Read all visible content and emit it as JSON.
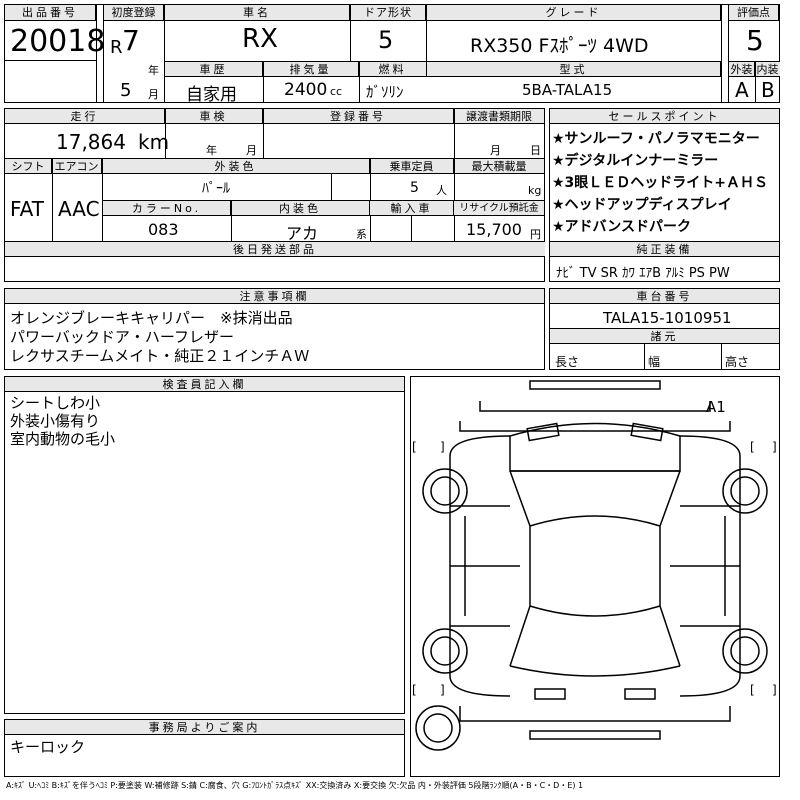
{
  "labels": {
    "lot_no": "出品番号",
    "first_reg": "初度登録",
    "car_name": "車名",
    "door": "ドア形状",
    "grade": "グレード",
    "score": "評価点",
    "reg_type": "車歴",
    "displacement": "排気量",
    "fuel": "燃料",
    "model": "型式",
    "exterior": "外装",
    "interior": "内装",
    "year_unit": "年",
    "month_unit": "月",
    "mileage": "走行",
    "inspection": "車検",
    "plate": "登録番号",
    "doc_deadline": "譲渡書類期限",
    "shift": "シフト",
    "aircon": "エアコン",
    "color": "外装色",
    "capacity": "乗車定員",
    "max_load": "最大積載量",
    "color_no": "カラーNo.",
    "interior_color": "内装色",
    "import": "輸入車",
    "recycle": "リサイクル預託金",
    "later_parts": "後日発送部品",
    "selling_points": "セールスポイント",
    "genuine_equipment": "純正装備",
    "caution": "注意事項欄",
    "chassis_no": "車台番号",
    "dimensions": "諸元",
    "length": "長さ",
    "width": "幅",
    "height": "高さ",
    "inspector_notes": "検査員記入欄",
    "office_notes": "事務局よりご案内",
    "insp_year": "年",
    "insp_month": "月",
    "doc_month": "月",
    "doc_day": "日",
    "cc_unit": "cc",
    "km_unit": "km",
    "person_unit": "人",
    "kg_unit": "kg",
    "yen_unit": "円",
    "kei_unit": "系"
  },
  "values": {
    "lot_no": "20018",
    "era": "R",
    "year": "7",
    "month": "5",
    "car_name": "RX",
    "doors": "5",
    "grade": "RX350 Fｽﾎﾟｰﾂ 4WD",
    "score": "5",
    "reg_type": "自家用",
    "displacement": "2400",
    "fuel": "ｶﾞｿﾘﾝ",
    "model": "5BA-TALA15",
    "exterior_score": "A",
    "interior_score": "B",
    "mileage": "17,864",
    "shift": "FAT",
    "aircon": "AAC",
    "color": "ﾊﾟｰﾙ",
    "capacity": "5",
    "color_no": "083",
    "interior_color": "アカ",
    "recycle": "15,700",
    "chassis_no": "TALA15-1010951",
    "diagram_mark": "A1"
  },
  "selling_points": [
    "★サンルーフ・パノラマモニター",
    "★デジタルインナーミラー",
    "★3眼ＬＥＤヘッドライト+ＡＨＳ",
    "★ヘッドアップディスプレイ",
    "★アドバンスドパーク"
  ],
  "genuine_equipment": "ﾅﾋﾞ TV SR ｶﾜ ｴｱB ｱﾙﾐ PS PW",
  "caution_lines": [
    "オレンジブレーキキャリパー　※抹消出品",
    "パワーバックドア・ハーフレザー",
    "レクサスチームメイト・純正２１インチＡＷ"
  ],
  "inspector_lines": [
    "シートしわ小",
    "外装小傷有り",
    "室内動物の毛小"
  ],
  "office_lines": [
    "キーロック"
  ],
  "legend": "A:ｷｽﾞ U:ﾍｺﾐ B:ｷｽﾞを伴うﾍｺﾐ P:要塗装 W:補修跡 S:錆 C:腐食、穴 G:ﾌﾛﾝﾄｶﾞﾗｽ点ｷｽﾞ XX:交換済み X:要交換 欠:欠品 内・外装評価 5段階ﾗﾝｸ順(A・B・C・D・E) 1"
}
